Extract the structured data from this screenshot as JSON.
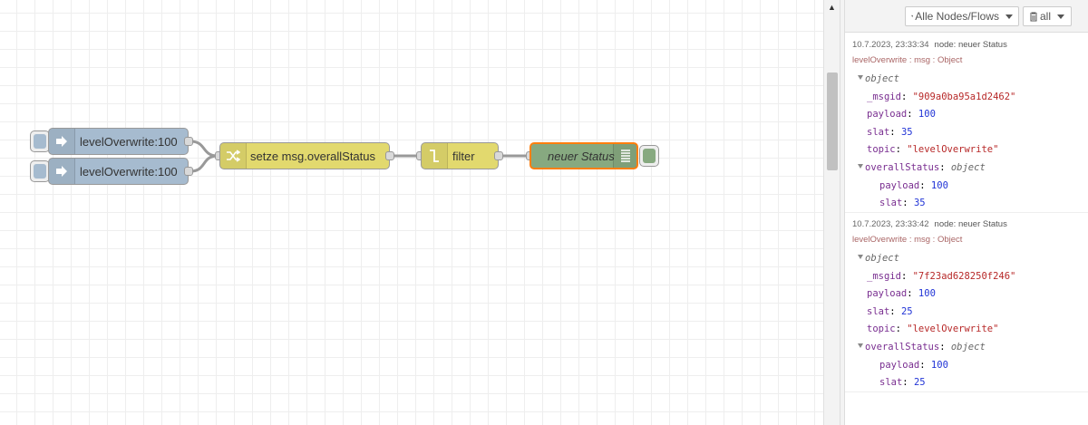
{
  "flow": {
    "nodes": {
      "inject1": {
        "label": "levelOverwrite:100",
        "type": "inject"
      },
      "inject2": {
        "label": "levelOverwrite:100",
        "type": "inject"
      },
      "change": {
        "label": "setze msg.overallStatus",
        "type": "change"
      },
      "filter": {
        "label": "filter",
        "type": "switch"
      },
      "debug": {
        "label": "neuer Status",
        "type": "debug"
      }
    },
    "colors": {
      "inject": "#a6bbcf",
      "change": "#e2d96e",
      "debug": "#87a980",
      "selected": "#ff7f0e",
      "wire": "#999999"
    }
  },
  "sidebar": {
    "filter_label": "Alle Nodes/Flows",
    "clear_label": "all",
    "messages": [
      {
        "time": "10.7.2023, 23:33:34",
        "node": "node: neuer Status",
        "topic": "levelOverwrite : msg : Object",
        "root": "object",
        "msgid_key": "_msgid",
        "msgid": "\"909a0ba95a1d2462\"",
        "payload_key": "payload",
        "payload": "100",
        "slat_key": "slat",
        "slat": "35",
        "topic_key": "topic",
        "topic_val": "\"levelOverwrite\"",
        "overall_key": "overallStatus",
        "overall_type": "object",
        "overall_payload_key": "payload",
        "overall_payload": "100",
        "overall_slat_key": "slat",
        "overall_slat": "35"
      },
      {
        "time": "10.7.2023, 23:33:42",
        "node": "node: neuer Status",
        "topic": "levelOverwrite : msg : Object",
        "root": "object",
        "msgid_key": "_msgid",
        "msgid": "\"7f23ad628250f246\"",
        "payload_key": "payload",
        "payload": "100",
        "slat_key": "slat",
        "slat": "25",
        "topic_key": "topic",
        "topic_val": "\"levelOverwrite\"",
        "overall_key": "overallStatus",
        "overall_type": "object",
        "overall_payload_key": "payload",
        "overall_payload": "100",
        "overall_slat_key": "slat",
        "overall_slat": "25"
      }
    ]
  },
  "icons": {
    "inject": "arrow-in-icon",
    "change": "shuffle-icon",
    "switch": "switch-icon",
    "debug": "list-icon",
    "filter": "funnel-icon",
    "trash": "trash-icon"
  }
}
